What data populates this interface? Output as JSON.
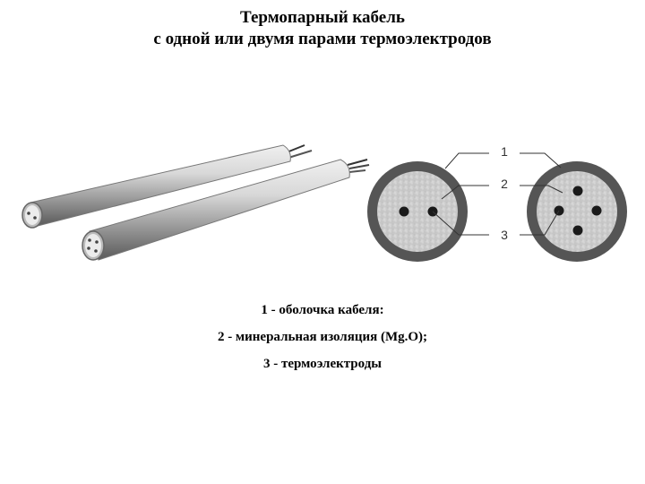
{
  "title": {
    "line1": "Термопарный кабель",
    "line2": "с одной или двумя парами термоэлектродов"
  },
  "callouts": [
    "1",
    "2",
    "3"
  ],
  "legend": [
    "1 - оболочка кабеля:",
    "2 - минеральная изоляция (Mg.O);",
    "3 - термоэлектроды"
  ],
  "colors": {
    "sheath": "#555555",
    "insulation": "#d2d2d2",
    "electrode": "#1a1a1a",
    "cable_light": "#e4e4e4",
    "cable_dark": "#6a6a6a"
  }
}
